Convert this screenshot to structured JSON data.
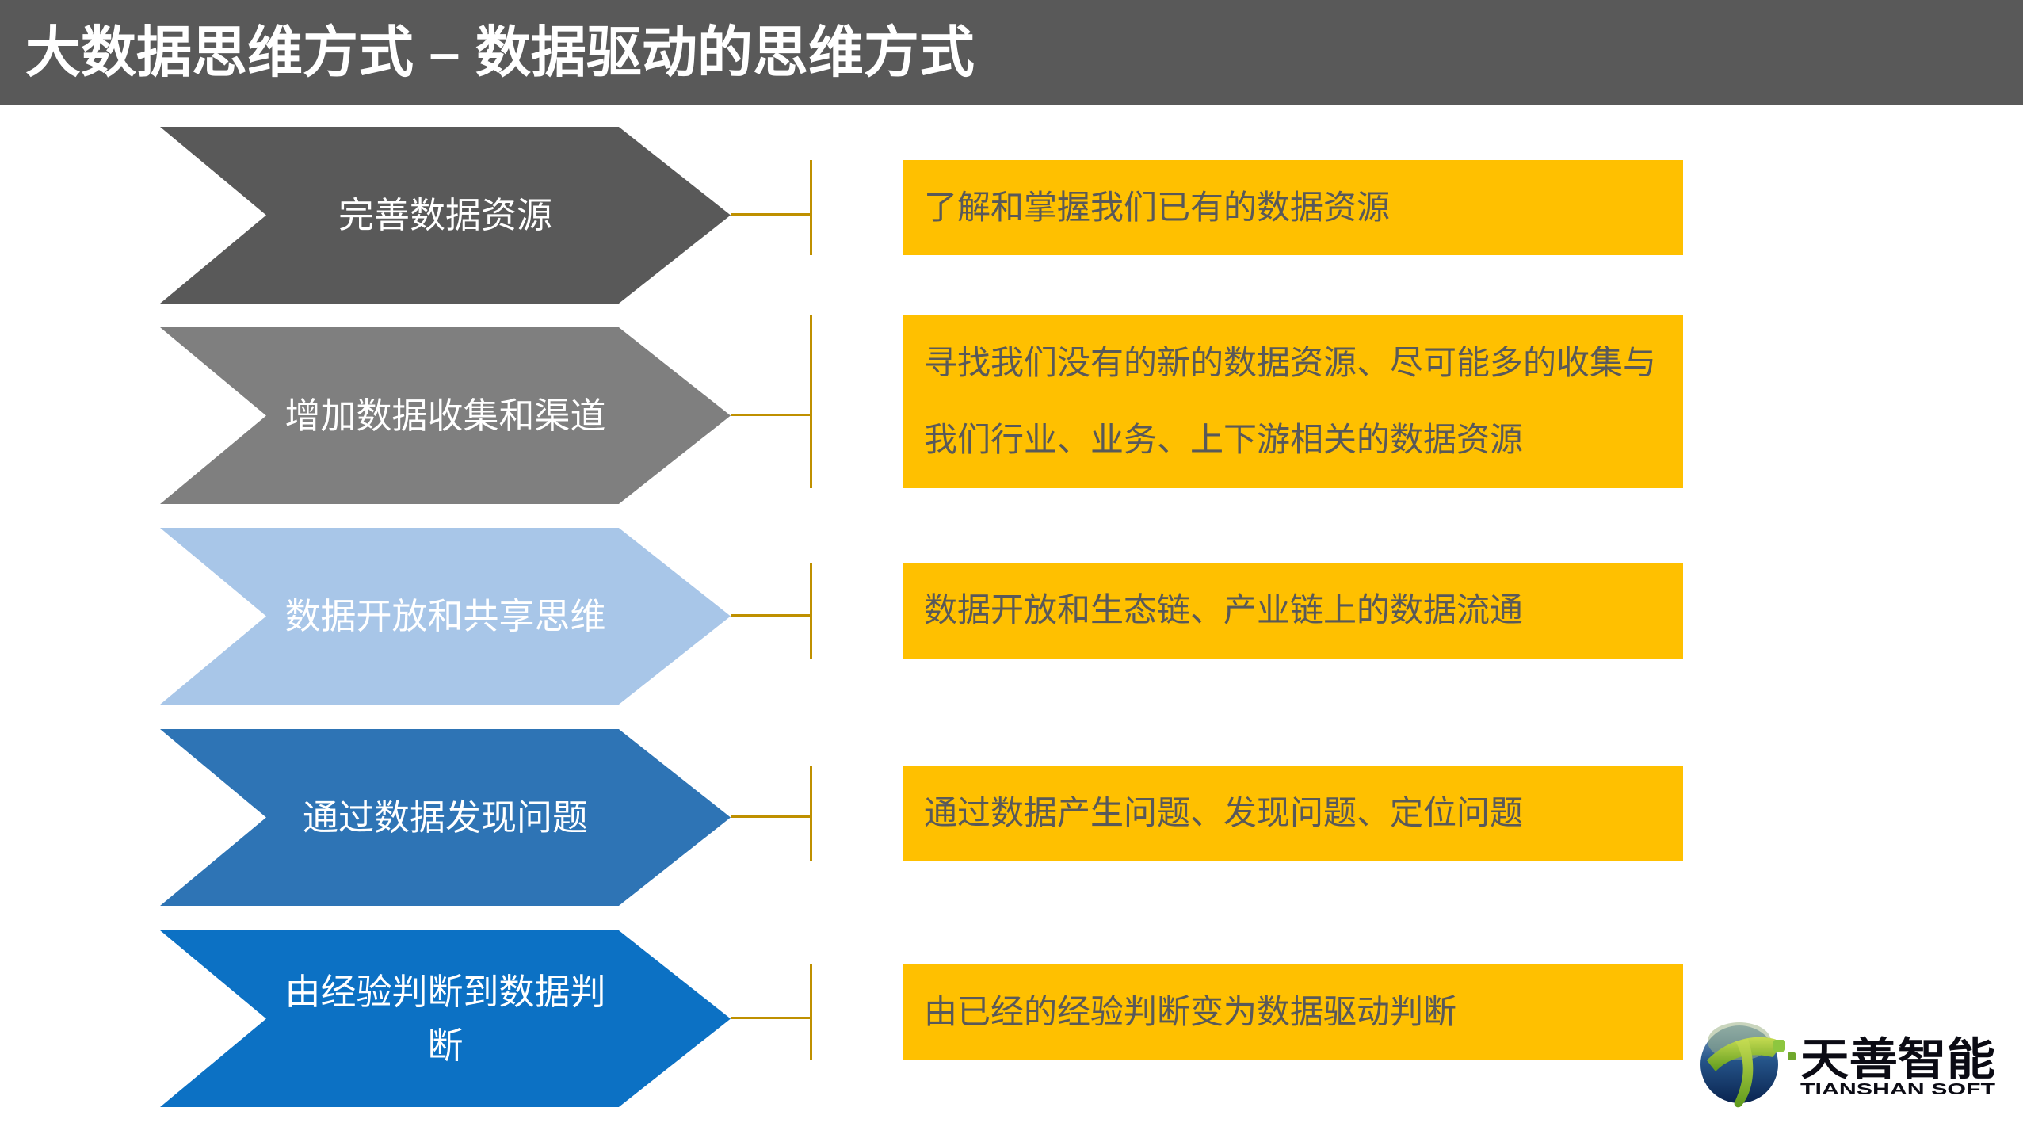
{
  "slide": {
    "title": "大数据思维方式 – 数据驱动的思维方式",
    "colors": {
      "title_bar_bg": "#595959",
      "description_box_bg": "#FFC000",
      "description_text": "#595959",
      "connector": "#BF9000",
      "arrow_label_text": "#FFFFFF"
    },
    "steps": [
      {
        "label": "完善数据资源",
        "arrow_color": "#595959",
        "description": "了解和掌握我们已有的数据资源"
      },
      {
        "label": "增加数据收集和渠道",
        "arrow_color": "#7F7F7F",
        "description": "寻找我们没有的新的数据资源、尽可能多的收集与我们行业、业务、上下游相关的数据资源"
      },
      {
        "label": "数据开放和共享思维",
        "arrow_color": "#A8C6E8",
        "description": "数据开放和生态链、产业链上的数据流通"
      },
      {
        "label": "通过数据发现问题",
        "arrow_color": "#2E74B5",
        "description": "通过数据产生问题、发现问题、定位问题"
      },
      {
        "label": "由经验判断到数据判断",
        "arrow_color": "#0C71C4",
        "description": "由已经的经验判断变为数据驱动判断"
      }
    ],
    "logo": {
      "company_name": "天善智能",
      "company_subtitle": "TIANSHAN SOFT"
    }
  }
}
